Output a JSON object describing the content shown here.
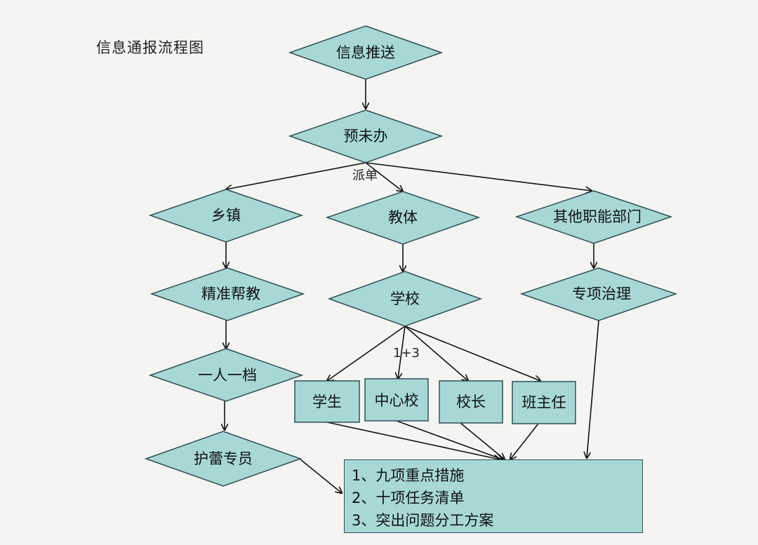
{
  "title": "信息通报流程图",
  "colors": {
    "fill": "#a7d8d6",
    "stroke": "#2f4f55",
    "arrow": "#111111"
  },
  "nodes": {
    "push": "信息推送",
    "pre": "预未办",
    "town": "乡镇",
    "edu": "教体",
    "other": "其他职能部门",
    "precise": "精准帮教",
    "school": "学校",
    "special": "专项治理",
    "file": "一人一档",
    "guard": "护蕾专员",
    "student": "学生",
    "center": "中心校",
    "principal": "校长",
    "teacher": "班主任"
  },
  "edge_labels": {
    "dispatch": "派单",
    "one_plus_three": "1+3"
  },
  "result": {
    "lines": [
      "1、九项重点措施",
      "2、十项任务清单",
      "3、突出问题分工方案"
    ]
  }
}
